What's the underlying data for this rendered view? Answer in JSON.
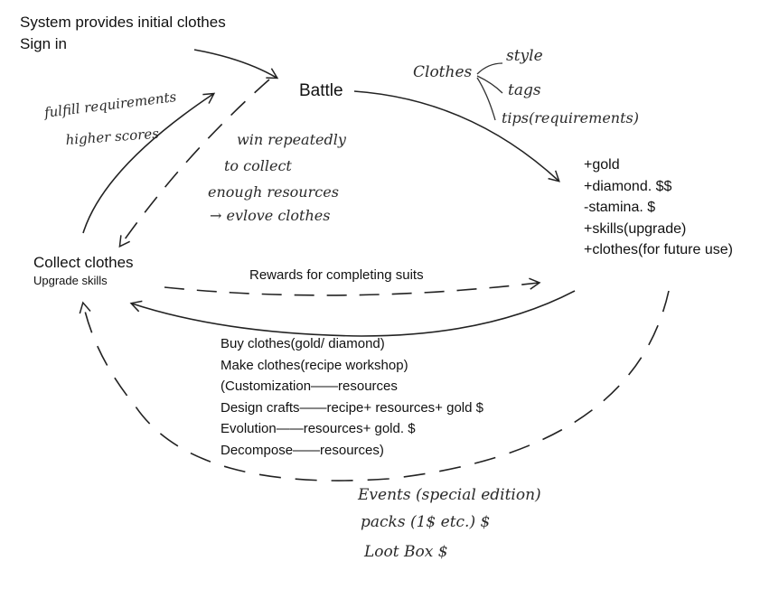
{
  "start": {
    "line1": "System provides initial clothes",
    "line2": "Sign in"
  },
  "battle": {
    "label": "Battle"
  },
  "clothes_note": {
    "label": "Clothes",
    "items": [
      "style",
      "tags",
      "tips(requirements)"
    ]
  },
  "left_note": {
    "line1": "fulfill requirements",
    "line2": "higher scores"
  },
  "middle_note": {
    "line1": "win repeatedly",
    "line2": "to collect",
    "line3": "enough resources",
    "line4": "→ evlove clothes"
  },
  "rewards": {
    "items": [
      "+gold",
      "+diamond.  $$",
      "-stamina.    $",
      "+skills(upgrade)",
      "+clothes(for  future use)"
    ]
  },
  "collect": {
    "title": "Collect clothes",
    "subtitle": "Upgrade skills"
  },
  "suits_label": "Rewards for completing suits",
  "acquire": {
    "items": [
      "Buy clothes(gold/  diamond)",
      "Make clothes(recipe  workshop)",
      "(Customization——resources",
      " Design crafts——recipe+  resources+  gold $",
      " Evolution——resources+  gold. $",
      " Decompose——resources)"
    ]
  },
  "monetize": {
    "items": [
      "Events (special edition)",
      "packs (1$ etc.) $",
      "Loot Box  $"
    ]
  },
  "colors": {
    "ink": "#111111",
    "pencil": "#2a2a2a",
    "background": "#ffffff"
  }
}
